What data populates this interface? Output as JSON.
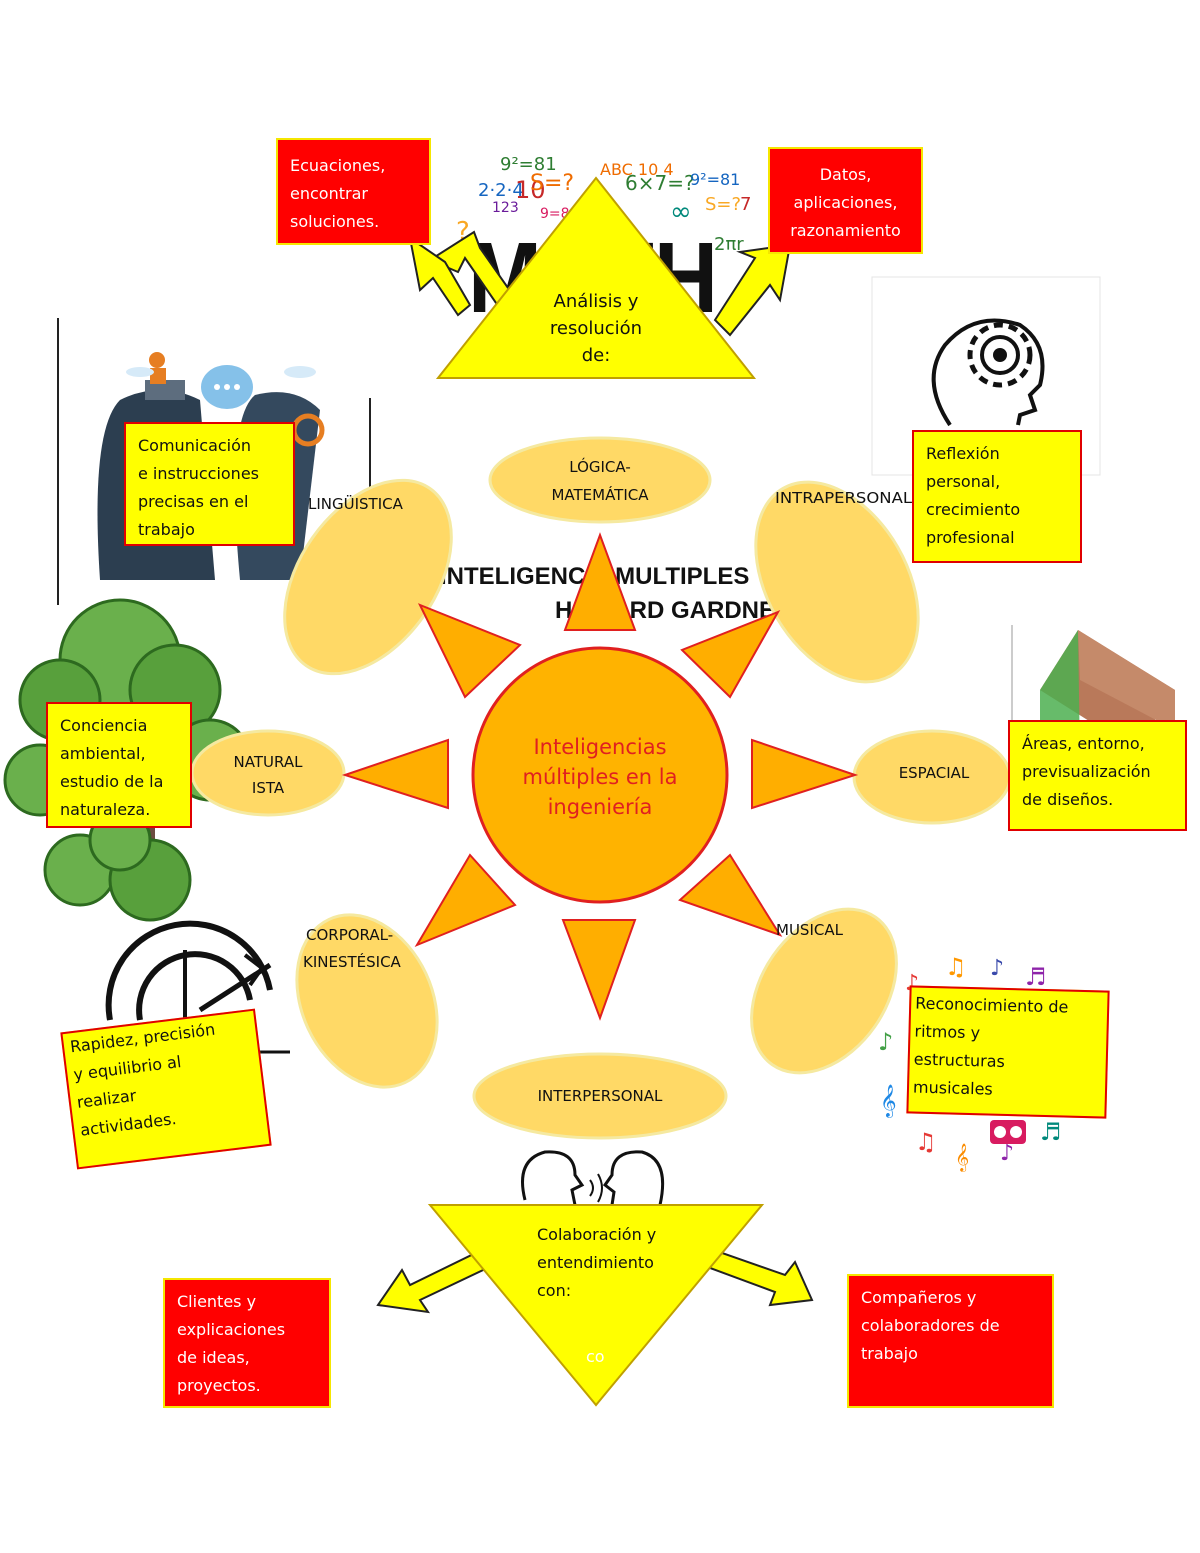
{
  "title": {
    "line1": "INTELIGENCIA MULTIPLES",
    "line2": "HOWARD GARDNER"
  },
  "center": {
    "lines": [
      "Inteligencias",
      "múltiples en la",
      "ingeniería"
    ]
  },
  "intelligences": {
    "logica": [
      "LÓGICA-",
      "MATEMÁTICA"
    ],
    "linguistica": [
      "LINGÜISTICA"
    ],
    "intrapersonal": [
      "INTRAPERSONAL"
    ],
    "naturalista": [
      "NATURAL",
      "ISTA"
    ],
    "espacial": [
      "ESPACIAL"
    ],
    "corporal": [
      "CORPORAL-",
      "KINESTÉSICA"
    ],
    "musical": [
      "MUSICAL"
    ],
    "interpersonal": [
      "INTERPERSONAL"
    ]
  },
  "top_triangle": [
    "Análisis y",
    "resolución",
    "de:"
  ],
  "bottom_triangle": [
    "Colaboración y",
    "entendimiento",
    "con:"
  ],
  "bottom_triangle_extra": "co",
  "boxes": {
    "ecuaciones": [
      "Ecuaciones,",
      "encontrar",
      "soluciones."
    ],
    "datos": [
      "Datos,",
      "aplicaciones,",
      "razonamiento"
    ],
    "comunicacion": [
      "Comunicación",
      "e instrucciones",
      "precisas en el",
      "trabajo"
    ],
    "reflexion": [
      "Reflexión",
      "personal,",
      "crecimiento",
      "profesional"
    ],
    "conciencia": [
      "Conciencia",
      "ambiental,",
      "estudio de la",
      "naturaleza."
    ],
    "areas": [
      "Áreas, entorno,",
      "previsualización",
      "de diseños."
    ],
    "rapidez": [
      "Rapidez, precisión",
      "y equilibrio al",
      "realizar",
      "actividades."
    ],
    "ritmos": [
      "Reconocimiento de",
      "ritmos y",
      "estructuras",
      "musicales"
    ],
    "clientes": [
      "Clientes y",
      "explicaciones",
      "de ideas,",
      "proyectos."
    ],
    "companeros": [
      "Compañeros y",
      "colaboradores de",
      "trabajo"
    ]
  },
  "math_picture_text": "MATH",
  "colors": {
    "sun_core": "#ffb300",
    "sun_ray": "#ffae00",
    "ellipse": "#ffd966",
    "triangle": "#ffff00",
    "box_red": "#ff0000",
    "box_yellow": "#ffff00"
  }
}
